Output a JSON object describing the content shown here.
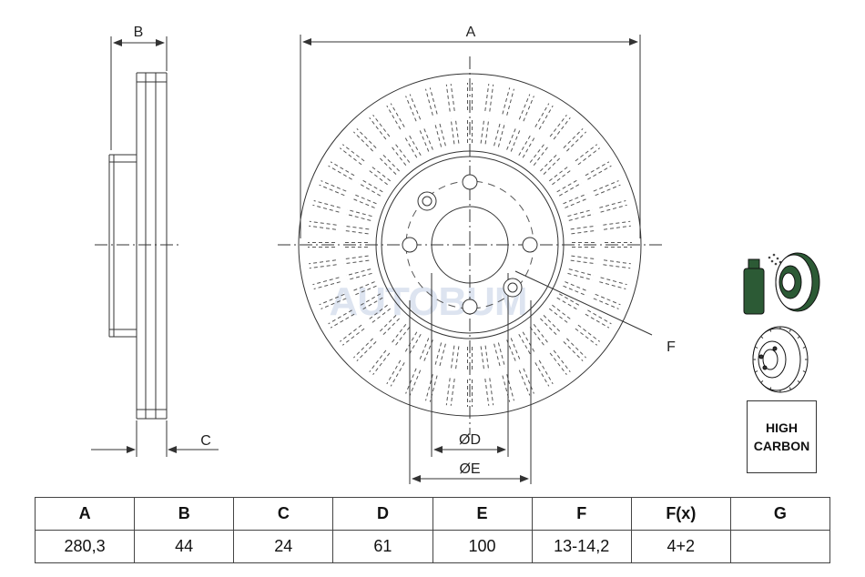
{
  "drawing": {
    "labels": {
      "a": "A",
      "b": "B",
      "c": "C",
      "f": "F",
      "d": "ØD",
      "e": "ØE"
    },
    "watermark": "AUTOBUM"
  },
  "badge": {
    "line1": "HIGH",
    "line2": "CARBON"
  },
  "icons": [
    "spray-coating-icon",
    "disc-side-view-icon"
  ],
  "table": {
    "headers": [
      "A",
      "B",
      "C",
      "D",
      "E",
      "F",
      "F(x)",
      "G"
    ],
    "values": [
      "280,3",
      "44",
      "24",
      "61",
      "100",
      "13-14,2",
      "4+2",
      ""
    ]
  },
  "colors": {
    "line": "#333333",
    "icon_green": "#2c5a35",
    "watermark": "#9fb3d6"
  }
}
